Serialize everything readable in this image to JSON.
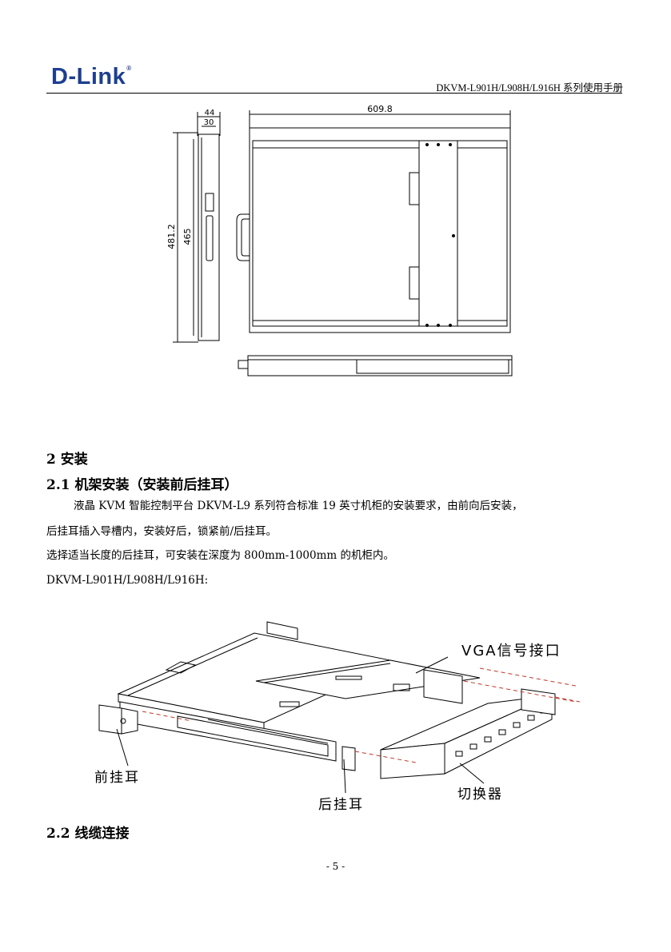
{
  "header": {
    "logo_text": "D-Link",
    "logo_mark": "®",
    "doc_title": "DKVM-L901H/L908H/L916H 系列使用手册"
  },
  "figure1": {
    "dim_width": "609.8",
    "dim_depth_outer": "44",
    "dim_depth_inner": "30",
    "dim_height_outer": "481.2",
    "dim_height_inner": "465"
  },
  "section2": {
    "heading": "2 安装",
    "sub1_heading": "2.1 机架安装（安装前后挂耳）",
    "para1": "液晶 KVM 智能控制平台 DKVM-L9 系列符合标准 19 英寸机柜的安装要求，由前向后安装，",
    "para2": "后挂耳插入导槽内，安装好后，锁紧前/后挂耳。",
    "para3": "选择适当长度的后挂耳，可安装在深度为 800mm-1000mm 的机柜内。",
    "model_line": "DKVM-L901H/L908H/L916H:",
    "sub2_heading": "2.2 线缆连接"
  },
  "figure2": {
    "label_vga": "VGA信号接口",
    "label_front_ear": "前挂耳",
    "label_rear_ear": "后挂耳",
    "label_switcher": "切换器"
  },
  "footer": {
    "page_number": "- 5 -"
  }
}
